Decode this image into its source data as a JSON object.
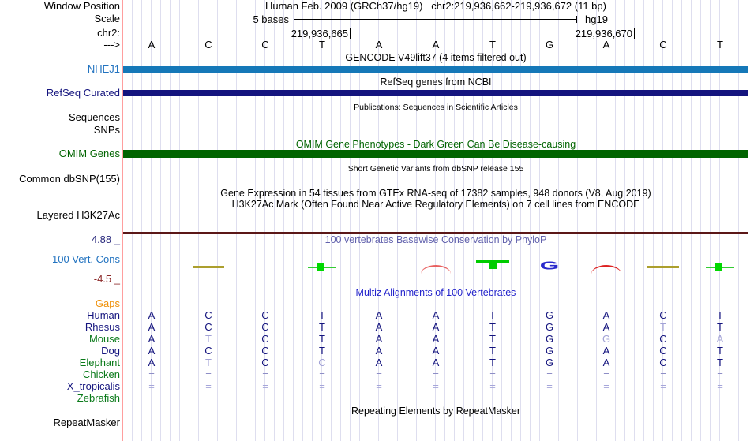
{
  "colors": {
    "track_blue": "#1578b8",
    "navy": "#14147e",
    "dark_green": "#006400",
    "green_label": "#0a7a1a",
    "orange": "#ef9007",
    "letter_dark": "#14147e",
    "letter_light": "#a2a2d6",
    "eq_dark": "#8e8ec6",
    "eq_light": "#a6a6da",
    "grid": "#dedeef",
    "guide_red": "#ff9e9e",
    "maroon_line": "#5b1717"
  },
  "header": {
    "window_position_label": "Window Position",
    "title": "Human Feb. 2009 (GRCh37/hg19)   chr2:219,936,662-219,936,672 (11 bp)",
    "scale_label": "Scale",
    "scale_value": "5 bases",
    "assembly": "hg19",
    "chrom_label": "chr2:",
    "tick_left": "219,936,665",
    "tick_right": "219,936,670",
    "strand_arrow": "--->",
    "bases": [
      "A",
      "C",
      "C",
      "T",
      "A",
      "A",
      "T",
      "G",
      "A",
      "C",
      "T"
    ]
  },
  "tracks": {
    "gencode": {
      "center_label": "GENCODE V49lift37 (4 items filtered out)",
      "left_label": "NHEJ1"
    },
    "refseq": {
      "center_label": "RefSeq genes from NCBI",
      "left_label": "RefSeq Curated"
    },
    "publications": {
      "center_label": "Publications: Sequences in Scientific Articles",
      "left_label": "Sequences"
    },
    "snps": {
      "left_label": "SNPs"
    },
    "omim": {
      "center_label": "OMIM Gene Phenotypes - Dark Green Can Be Disease-causing",
      "left_label": "OMIM Genes"
    },
    "dbsnp": {
      "center_label": "Short Genetic Variants from dbSNP release 155",
      "left_label": "Common dbSNP(155)"
    },
    "gtex": {
      "center_label": "Gene Expression in 54 tissues from GTEx RNA-seq of 17382 samples, 948 donors (V8, Aug 2019)"
    },
    "h3k27ac": {
      "center_label": "H3K27Ac Mark (Often Found Near Active Regulatory Elements) on 7 cell lines from ENCODE",
      "left_label": "Layered H3K27Ac"
    },
    "phylop": {
      "center_label": "100 vertebrates Basewise Conservation by PhyloP",
      "left_label": "100 Vert. Cons",
      "max_label": "4.88 _",
      "min_label": "-4.5 _",
      "marks": [
        {
          "col": 1,
          "type": "dash",
          "color": "#ac9f2e"
        },
        {
          "col": 3,
          "type": "dash-square",
          "color": "#33cc33",
          "accent": "#00d800"
        },
        {
          "col": 5,
          "type": "arc",
          "color": "#e86060"
        },
        {
          "col": 6,
          "type": "tee",
          "color": "#00cc00"
        },
        {
          "col": 7,
          "type": "letter",
          "glyph": "G",
          "color": "#2828cc"
        },
        {
          "col": 8,
          "type": "arc",
          "color": "#dd2222"
        },
        {
          "col": 9,
          "type": "dash",
          "color": "#ac9f2e"
        },
        {
          "col": 10,
          "type": "dash-square",
          "color": "#33cc33",
          "accent": "#00d800"
        }
      ]
    },
    "multiz": {
      "center_label": "Multiz Alignments of 100 Vertebrates",
      "rows": [
        {
          "label": "Gaps",
          "label_color": "orange",
          "cells": []
        },
        {
          "label": "Human",
          "label_color": "navy",
          "cell_color": "letter_dark",
          "light": [],
          "cells": [
            "A",
            "C",
            "C",
            "T",
            "A",
            "A",
            "T",
            "G",
            "A",
            "C",
            "T"
          ]
        },
        {
          "label": "Rhesus",
          "label_color": "navy",
          "cell_color": "letter_dark",
          "light": [
            9
          ],
          "cells": [
            "A",
            "C",
            "C",
            "T",
            "A",
            "A",
            "T",
            "G",
            "A",
            "T",
            "T"
          ]
        },
        {
          "label": "Mouse",
          "label_color": "green_label",
          "cell_color": "letter_dark",
          "light": [
            1,
            8,
            10
          ],
          "cells": [
            "A",
            "T",
            "C",
            "T",
            "A",
            "A",
            "T",
            "G",
            "G",
            "C",
            "A"
          ]
        },
        {
          "label": "Dog",
          "label_color": "navy",
          "cell_color": "letter_dark",
          "light": [],
          "cells": [
            "A",
            "C",
            "C",
            "T",
            "A",
            "A",
            "T",
            "G",
            "A",
            "C",
            "T"
          ]
        },
        {
          "label": "Elephant",
          "label_color": "green_label",
          "cell_color": "letter_dark",
          "light": [
            1,
            3
          ],
          "cells": [
            "A",
            "T",
            "C",
            "C",
            "A",
            "A",
            "T",
            "G",
            "A",
            "C",
            "T"
          ]
        },
        {
          "label": "Chicken",
          "label_color": "green_label",
          "cell_color": "eq_dark",
          "light": [],
          "cells": [
            "=",
            "=",
            "=",
            "=",
            "=",
            "=",
            "=",
            "=",
            "=",
            "=",
            "="
          ]
        },
        {
          "label": "X_tropicalis",
          "label_color": "navy",
          "cell_color": "eq_light",
          "light": [],
          "cells": [
            "=",
            "=",
            "=",
            "=",
            "=",
            "=",
            "=",
            "=",
            "=",
            "=",
            "="
          ]
        },
        {
          "label": "Zebrafish",
          "label_color": "green_label",
          "cells": []
        }
      ]
    },
    "repeatmasker": {
      "center_label": "Repeating Elements by RepeatMasker",
      "left_label": "RepeatMasker"
    }
  }
}
